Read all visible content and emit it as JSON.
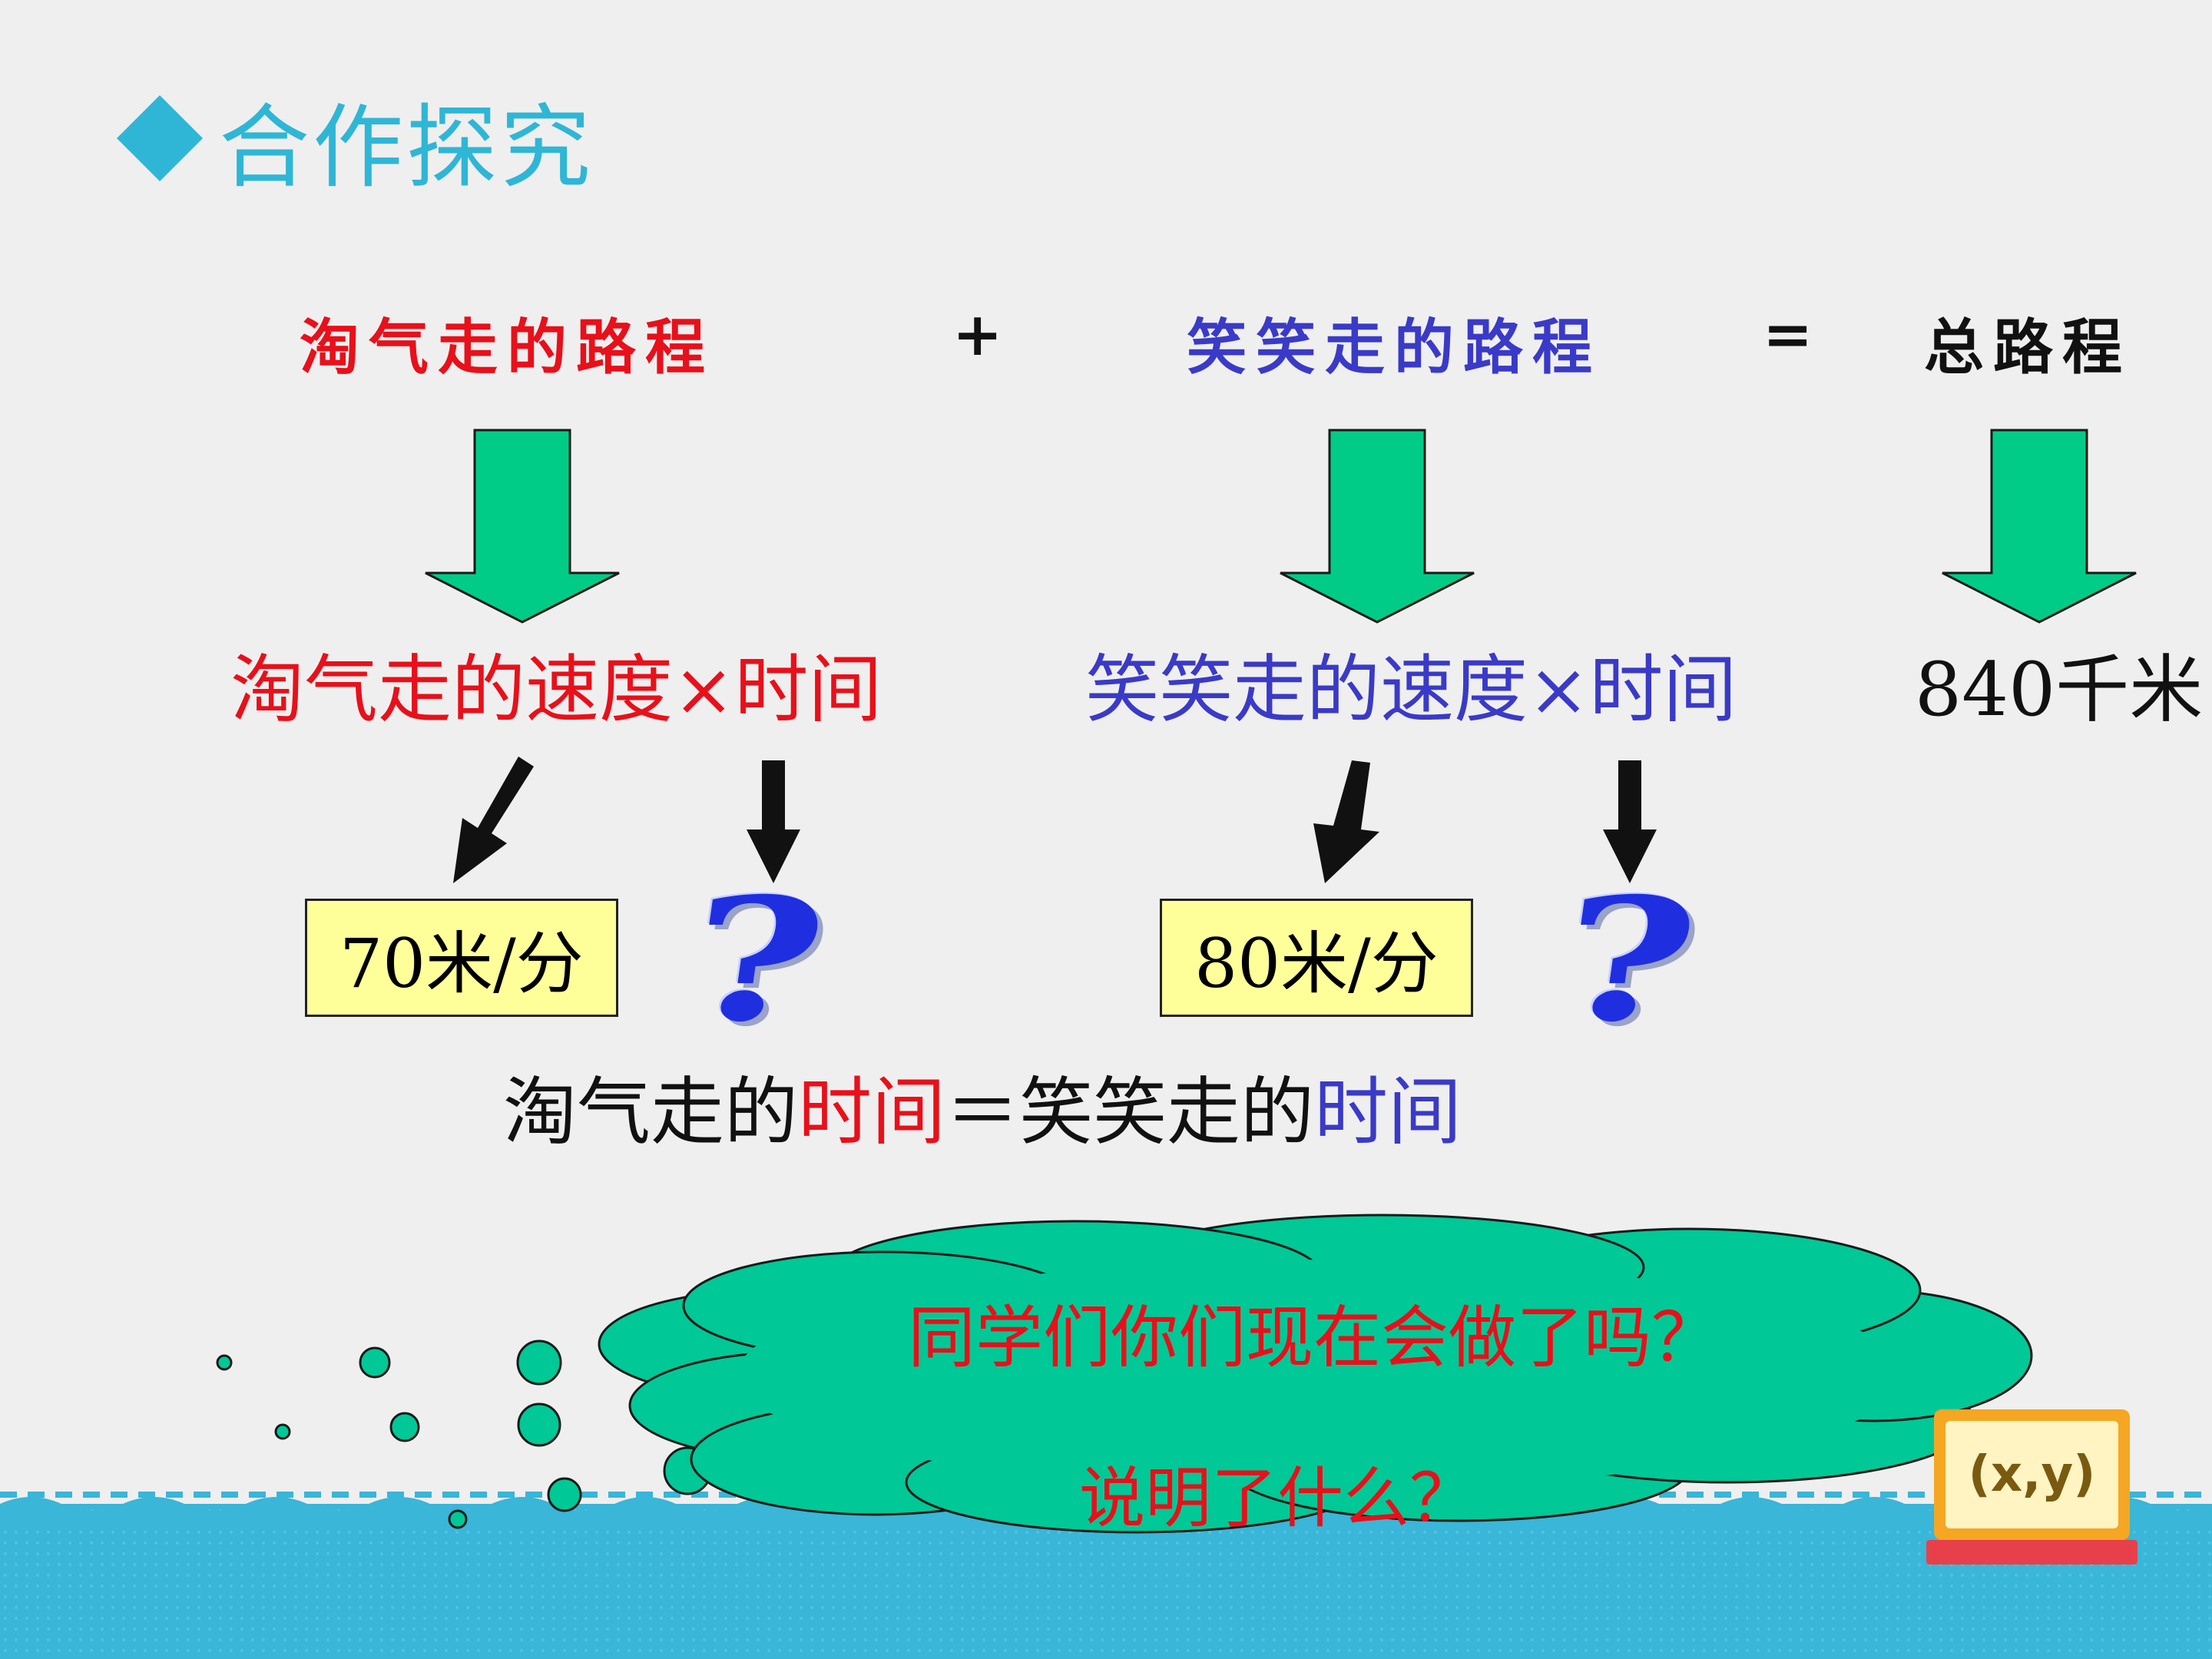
{
  "title": "合作探究",
  "headers": {
    "taoqi_path": "淘气走的路程",
    "plus": "+",
    "xiaoxiao_path": "笑笑走的路程",
    "equals": "=",
    "total_path": "总路程"
  },
  "expressions": {
    "taoqi": "淘气走的速度×时间",
    "xiaoxiao": "笑笑走的速度×时间",
    "total": "840千米"
  },
  "boxes": {
    "taoqi_speed": "70米/分",
    "xiaoxiao_speed": "80米/分"
  },
  "question_mark": "?",
  "equation": {
    "part1": "淘气走的",
    "part2": "时间",
    "part3": "＝笑笑走的",
    "part4": "时间"
  },
  "cloud": {
    "text": "同学们你们现在会做了吗？",
    "hidden_text": "说明了什么？"
  },
  "badge": "(x,y)",
  "colors": {
    "red": "#e8101a",
    "blue": "#3a3ac8",
    "title": "#2fb6d6",
    "arrow_green": "#00cc88",
    "cloud_green": "#00c896",
    "sea": "#39b6d8",
    "box_fill": "#ffff99"
  }
}
